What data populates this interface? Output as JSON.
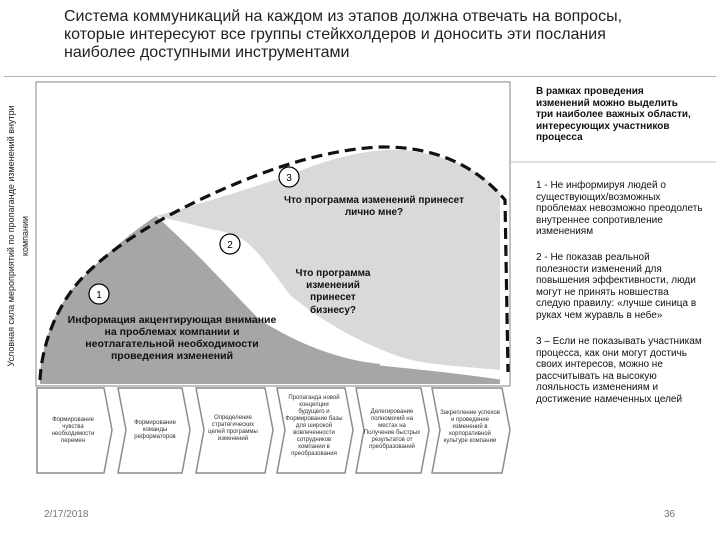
{
  "title": {
    "lines": [
      "Система коммуникаций на каждом из этапов должна отвечать на вопросы,",
      "которые интересуют все группы стейкхолдеров и доносить эти послания",
      "наиболее доступными инструментами"
    ]
  },
  "diagram": {
    "y_axis_label": {
      "line1": "Условная сила мероприятий по пропаганде изменений внутри",
      "line2": "компании"
    },
    "markers": [
      "1",
      "2",
      "3"
    ],
    "region1_text": {
      "lines": [
        "Информация акцентирующая внимание",
        "на проблемах компании и",
        "неотлагательной необходимости",
        "проведения изменений"
      ]
    },
    "region2_text": {
      "lines": [
        "Что программа",
        "изменений",
        "принесет",
        "бизнесу?"
      ]
    },
    "region3_text": {
      "lines": [
        "Что программа изменений принесет",
        "лично мне?"
      ]
    },
    "stages": [
      {
        "lines": [
          "Формирование",
          "чувства",
          "необходимости",
          "перемен"
        ]
      },
      {
        "lines": [
          "Формирование",
          "команды",
          "реформаторов"
        ]
      },
      {
        "lines": [
          "Определение",
          "стратегических",
          "целей программы",
          "изменений"
        ]
      },
      {
        "lines": [
          "Пропаганда новой",
          "концепции",
          "будущего и",
          "Формирование базы",
          "для широкой",
          "вовлеченности",
          "сотрудников",
          "компании в",
          "преобразования"
        ]
      },
      {
        "lines": [
          "Делегирование",
          "полномочий на",
          "местах на",
          "Получение быстрых",
          "результатов от",
          "преобразований"
        ]
      },
      {
        "lines": [
          "Закрепление успехов",
          "и проведение",
          "изменений в",
          "корпоративной",
          "культуре компании"
        ]
      }
    ]
  },
  "right_panel": {
    "heading_lines": [
      "В рамках проведения",
      "изменений можно выделить",
      "три наиболее важных области,",
      "интересующих участников",
      "процесса"
    ],
    "items": [
      {
        "lines": [
          "1 - Не информируя людей о",
          "существующих/возможных",
          "проблемах невозможно преодолеть",
          "внутреннее сопротивление",
          "изменениям"
        ]
      },
      {
        "lines": [
          "2 - Не показав реальной",
          "полезности изменений для",
          "повышения эффективности, люди",
          "могут не принять новшества",
          "следую правилу: «лучше синица в",
          "руках чем журавль в небе»"
        ]
      },
      {
        "lines": [
          "3 – Если не показывать участникам",
          "процесса, как они могут достичь",
          "своих интересов, можно не",
          "рассчитывать на высокую",
          "лояльность изменениям и",
          "достижение намеченных целей"
        ]
      }
    ]
  },
  "footer": {
    "date": "2/17/2018",
    "page": "36"
  },
  "colors": {
    "dark_region": "#a6a6a6",
    "light_region": "#d9d9d9",
    "frame": "#9a9a9a",
    "dashes": "#111111"
  }
}
